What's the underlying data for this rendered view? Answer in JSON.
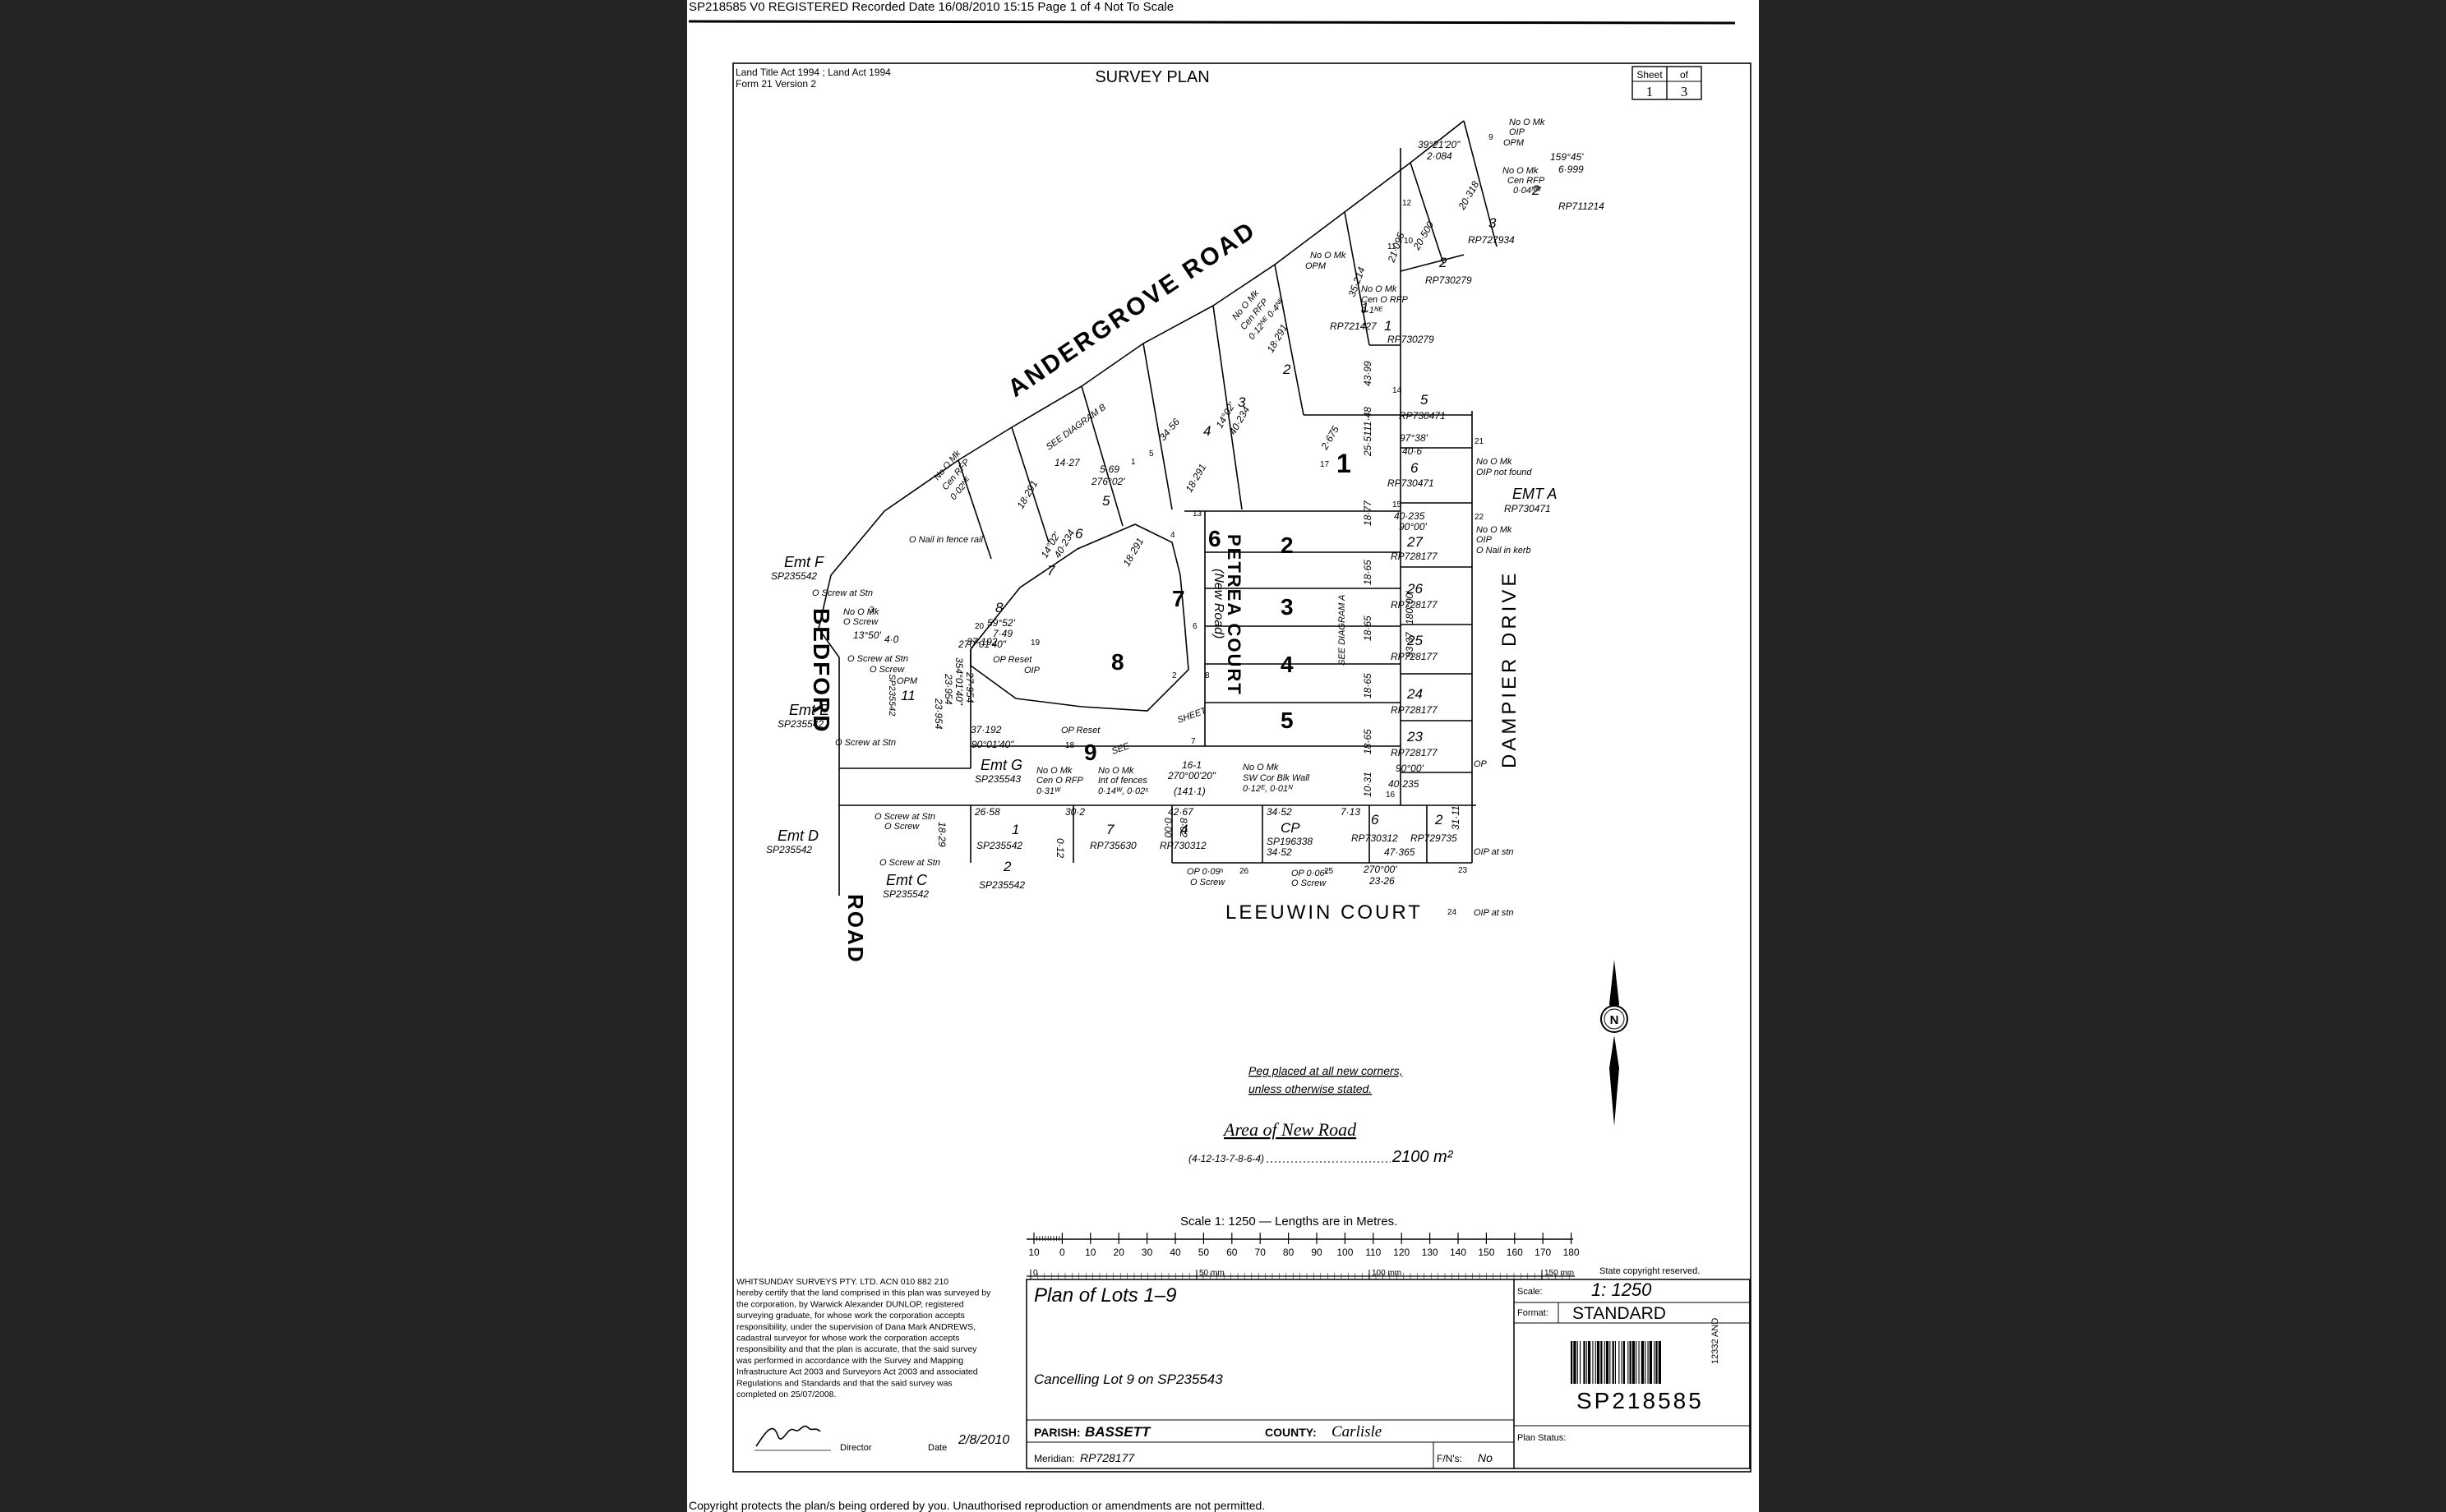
{
  "document": {
    "header": "SP218585 V0 REGISTERED Recorded Date 16/08/2010 15:15 Page 1 of 4  Not To Scale",
    "footer": "Copyright protects the plan/s being ordered by you.  Unauthorised reproduction or amendments are not permitted."
  },
  "plan": {
    "act_line1": "Land Title Act 1994 ;  Land Act 1994",
    "act_line2": "Form 21 Version 2",
    "title": "SURVEY PLAN",
    "sheet_label": "Sheet",
    "sheet_num": "1",
    "of_label": "of",
    "of_num": "3",
    "roads": {
      "andergrove": "ANDERGROVE   ROAD",
      "bedford": "BEDFORD",
      "road": "ROAD",
      "petrea": "PETREA  COURT",
      "new_road": "(New Road)",
      "dampier": "DAMPIER      DRIVE",
      "leeuwin": "LEEUWIN      COURT"
    },
    "lots": {
      "l1": "1",
      "l2": "2",
      "l3": "3",
      "l4": "4",
      "l5": "5",
      "l6": "6",
      "l7": "7",
      "l8": "8",
      "l9": "9"
    },
    "easements": {
      "emt_f": "Emt F",
      "emt_f_ref": "SP235542",
      "emt_e": "Emt E",
      "emt_e_ref": "SP235542",
      "emt_g": "Emt G",
      "emt_g_ref": "SP235543",
      "emt_d": "Emt D",
      "emt_d_ref": "SP235542",
      "emt_c": "Emt C",
      "emt_c_ref": "SP235542",
      "emt_a": "EMT A",
      "emt_a_ref": "RP730471"
    },
    "adjoining": {
      "a2": "2",
      "a2_ref": "RP711214",
      "a3": "3",
      "a3_ref": "RP727934",
      "a2b": "2",
      "a2b_ref": "RP730279",
      "a1": "1",
      "a1_ref": "RP721427",
      "a1b": "1",
      "a1b_ref": "RP730279",
      "a5": "5",
      "a5_ref": "RP730471",
      "a6": "6",
      "a6_ref": "RP730471",
      "a27": "27",
      "a27_ref": "RP728177",
      "a26": "26",
      "a26_ref": "RP728177",
      "a25": "25",
      "a25_ref": "RP728177",
      "a24": "24",
      "a24_ref": "RP728177",
      "a23": "23",
      "a23_ref": "RP728177",
      "a11": "11",
      "a11_ref": "SP235542",
      "a8": "8",
      "a7": "7",
      "a6w": "6",
      "a5w": "5",
      "a4w": "4",
      "a3w": "3",
      "a2w": "2",
      "b1": "1",
      "b1_ref": "SP235542",
      "b7": "7",
      "b7_ref": "RP735630",
      "b4": "4",
      "b4_ref": "RP730312",
      "bcp": "CP",
      "bcp_ref": "SP196338",
      "b6": "6",
      "b6_ref": "RP730312",
      "b2": "2",
      "b2_ref": "RP729735",
      "b2s": "2",
      "b2s_ref": "SP235542"
    },
    "dims": {
      "d1": "26·58",
      "d2": "30·2",
      "d3": "42·67",
      "d4": "34·52",
      "d5": "7·13",
      "d6": "37·192",
      "d7": "37·192",
      "d8": "270°01'40\"",
      "d9": "90°01'40\"",
      "d10": "270°00'20\"",
      "d11": "(141·1)",
      "d12": "16-1",
      "d13": "40·235",
      "d14": "90°00'",
      "d15": "97°38'",
      "d16": "40·6",
      "d17": "40·235",
      "d18": "90°00'",
      "d19": "18·77",
      "d20": "18·65",
      "d21": "18·65",
      "d22": "18·65",
      "d23": "18·65",
      "d24": "10·31",
      "d25": "25·51",
      "d26": "11·48",
      "d27": "43·99",
      "d28": "35·214",
      "d29": "93·37",
      "d30": "180°00'",
      "d31": "47·365",
      "d32": "270°00'",
      "d33": "23-26",
      "d34": "34·52",
      "d35": "31·11",
      "d36": "39°21'20\"",
      "d37": "2·084",
      "d38": "159°45'",
      "d39": "6·999",
      "d40": "20·318",
      "d41": "20·500",
      "d42": "21·095",
      "d43": "59°52'",
      "d44": "7·49",
      "d45": "13°50'",
      "d46": "4·0",
      "d47": "23·954",
      "d48": "354°01'40\"",
      "d49": "27·954",
      "d50": "18·29",
      "d51": "14·27",
      "d52": "5·69",
      "d53": "276°02'",
      "d54": "18·291",
      "d55": "18·291",
      "d56": "18·291",
      "d57": "18·291",
      "d58": "2·675",
      "d59": "40·234",
      "d60": "40·234",
      "d61": "14°02'",
      "d62": "14°02'",
      "d63": "34·56",
      "d64": "23·954",
      "d65": "0·12",
      "d66": "0·00",
      "d67": "8·02"
    },
    "notes": {
      "n1": "No O Mk",
      "n2": "OIP",
      "n3": "OPM",
      "n4": "No O Mk",
      "n5": "Cen RFP",
      "n6": "0·04ᴺᴹ",
      "n7": "No O Mk",
      "n8": "OPM",
      "n9": "No O Mk",
      "n10": "Cen O RFP",
      "n11": "0·1ᴺᴱ",
      "n12": "No O Mk",
      "n13": "OIP not found",
      "n14": "No O Mk",
      "n15": "OIP",
      "n16": "O Nail in kerb",
      "n17": "O Screw at Stn",
      "n18": "No O Mk",
      "n19": "O Screw",
      "n20": "O Screw at Stn",
      "n21": "O Screw",
      "n22": "OPM",
      "n23": "OP Reset",
      "n24": "OIP",
      "n25": "OP Reset",
      "n26": "O Screw at Stn",
      "n27": "No O Mk",
      "n28": "Cen O RFP",
      "n29": "0·31ᵂ",
      "n30": "No O Mk",
      "n31": "Int of fences",
      "n32": "0·14ᵂ, 0·02ˢ",
      "n33": "No O Mk",
      "n34": "SW Cor Blk Wall",
      "n35": "0·12ᴱ, 0·01ᴺ",
      "n36": "O Screw at Stn",
      "n37": "O Screw",
      "n38": "O Screw at Stn",
      "n39": "OP 0·09ˢ",
      "n40": "O Screw",
      "n41": "OP 0·06ˢ",
      "n42": "O Screw",
      "n43": "OIP at stn",
      "n44": "OIP at stn",
      "n45": "OP",
      "n46": "O Nail in fence rail",
      "n47": "SEE DIAGRAM B",
      "n48": "SEE DIAGRAM A",
      "n49": "SEE",
      "n50": "SHEET",
      "n51": "No O Mk",
      "n52": "Cen RFP",
      "n53": "0·02ᴺᴱ",
      "n54": "No O Mk",
      "n55": "Cen RFP",
      "n56": "0·12ᴺᴱ 0·4ᴺᴱ",
      "peg1": "Peg placed at all new corners,",
      "peg2": "unless otherwise stated.",
      "area_title": "Area  of  New  Road",
      "area_lots": "(4-12-13-7-8-6-4)",
      "area_value": "2100 m²"
    },
    "stations": {
      "s1": "1",
      "s2": "2",
      "s3": "3",
      "s4": "4",
      "s5": "5",
      "s6": "6",
      "s7": "7",
      "s8": "8",
      "s9": "9",
      "s10": "10",
      "s11": "11",
      "s12": "12",
      "s13": "13",
      "s14": "14",
      "s15": "15",
      "s16": "16",
      "s17": "17",
      "s18": "18",
      "s19": "19",
      "s20": "20",
      "s21": "21",
      "s22": "22",
      "s23": "23",
      "s24": "24",
      "s25": "25",
      "s26": "26"
    },
    "north": "N",
    "scale_text": "Scale 1: 1250 — Lengths are in Metres.",
    "scale_ticks": [
      "10",
      "0",
      "10",
      "20",
      "30",
      "40",
      "50",
      "60",
      "70",
      "80",
      "90",
      "100",
      "110",
      "120",
      "130",
      "140",
      "150",
      "160",
      "170",
      "180"
    ],
    "mm_ticks": [
      "0",
      "50 mm",
      "100 mm",
      "150 mm"
    ],
    "copyright": "State copyright reserved.",
    "certificate": [
      "WHITSUNDAY SURVEYS PTY. LTD.  ACN 010 882 210",
      "hereby certify that the land comprised in this plan was surveyed by",
      "the corporation, by Warwick Alexander DUNLOP, registered",
      "surveying graduate, for whose work the corporation accepts",
      "responsibility, under the supervision of Dana Mark ANDREWS,",
      "cadastral surveyor for whose work the corporation accepts",
      "responsibility and that the plan is accurate, that the said survey",
      "was performed in accordance with the Survey and Mapping",
      "Infrastructure Act 2003 and Surveyors Act 2003 and associated",
      "Regulations and Standards and that the said survey was",
      "completed on 25/07/2008."
    ],
    "director_label": "Director",
    "date_label": "Date",
    "date_value": "2/8/2010",
    "plan_of": "Plan of Lots 1–9",
    "cancelling": "Cancelling Lot 9 on SP235543",
    "parish_label": "PARISH:",
    "parish_value": "BASSETT",
    "county_label": "COUNTY:",
    "county_value": "Carlisle",
    "meridian_label": "Meridian:",
    "meridian_value": "RP728177",
    "fn_label": "F/N's:",
    "fn_value": "No",
    "scale_label": "Scale:",
    "scale_value": "1: 1250",
    "format_label": "Format:",
    "format_value": "STANDARD",
    "plan_number": "SP218585",
    "plan_status_label": "Plan Status:",
    "side_ref": "12332 AND"
  }
}
